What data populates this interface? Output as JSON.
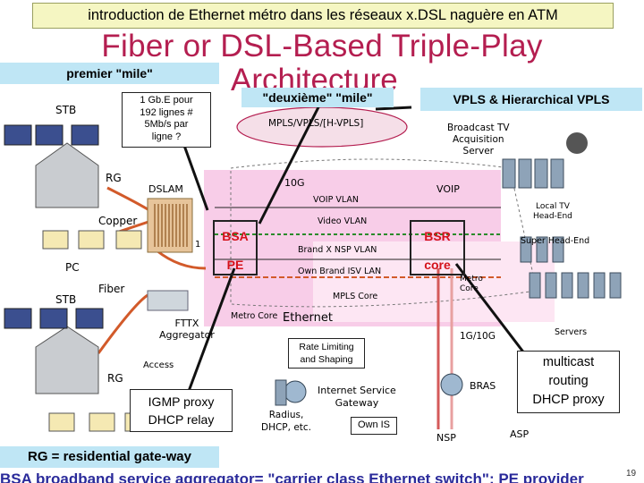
{
  "banner": "introduction de Ethernet  métro dans les réseaux x.DSL naguère en ATM",
  "title_line1": "Fiber or DSL-Based Triple-Play",
  "title_line2": "Architecture",
  "callouts": {
    "premier_mile": "premier \"mile\"",
    "deuxieme_mile": "\"deuxième\" \"mile\"",
    "vpls": "VPLS & Hierarchical VPLS",
    "gbe_l1": "1 Gb.E pour",
    "gbe_l2": "192 lignes #",
    "gbe_l3": "5Mb/s par",
    "gbe_l4": "ligne ?",
    "igmp_l1": "IGMP proxy",
    "igmp_l2": "DHCP relay",
    "multicast_l1": "multicast",
    "multicast_l2": "routing",
    "multicast_l3": "DHCP proxy",
    "rg_def": "RG = residential gate-way",
    "footer_partial": "BSA broadband service aggregator= \"carrier class Ethernet switch\"; PE provider",
    "page_number": "19"
  },
  "labels": {
    "stb_top": "STB",
    "stb_bottom": "STB",
    "pc": "PC",
    "rg_top": "RG",
    "rg_bottom": "RG",
    "dslam": "DSLAM",
    "copper": "Copper",
    "fiber": "Fiber",
    "fttx_l1": "FTTX",
    "fttx_l2": "Aggregator",
    "access": "Access",
    "ten_g": "10G",
    "mpls": "MPLS/VPLS/[H-VPLS]",
    "voip_vlan": "VOIP VLAN",
    "video_vlan": "Video VLAN",
    "brandx": "Brand X NSP VLAN",
    "ownbrand": "Own Brand ISV LAN",
    "mpls_core": "MPLS Core",
    "metro_core": "Metro Core",
    "ethernet": "Ethernet",
    "bsa": "BSA",
    "pe": "PE",
    "bsr": "BSR",
    "core": "core",
    "voip": "VOIP",
    "broadcast_l1": "Broadcast TV",
    "broadcast_l2": "Acquisition",
    "broadcast_l3": "Server",
    "local_tv_l1": "Local TV",
    "local_tv_l2": "Head-End",
    "super_head": "Super Head-End",
    "metro_l1": "Metro",
    "metro_l2": "Core",
    "servers": "Servers",
    "one_g": "1G/10G",
    "rate_l1": "Rate Limiting",
    "rate_l2": "and Shaping",
    "isg_l1": "Internet Service",
    "isg_l2": "Gateway",
    "radius_l1": "Radius,",
    "radius_l2": "DHCP, etc.",
    "own_is": "Own IS",
    "nsp": "NSP",
    "asp": "ASP",
    "bras": "BRAS",
    "one": "1"
  },
  "colors": {
    "title": "#b41e50",
    "pink_zone": "#f8cde8",
    "callout_blue": "#bfe6f5",
    "red_label": "#d4121a",
    "footer_blue": "#2a2a9a"
  }
}
